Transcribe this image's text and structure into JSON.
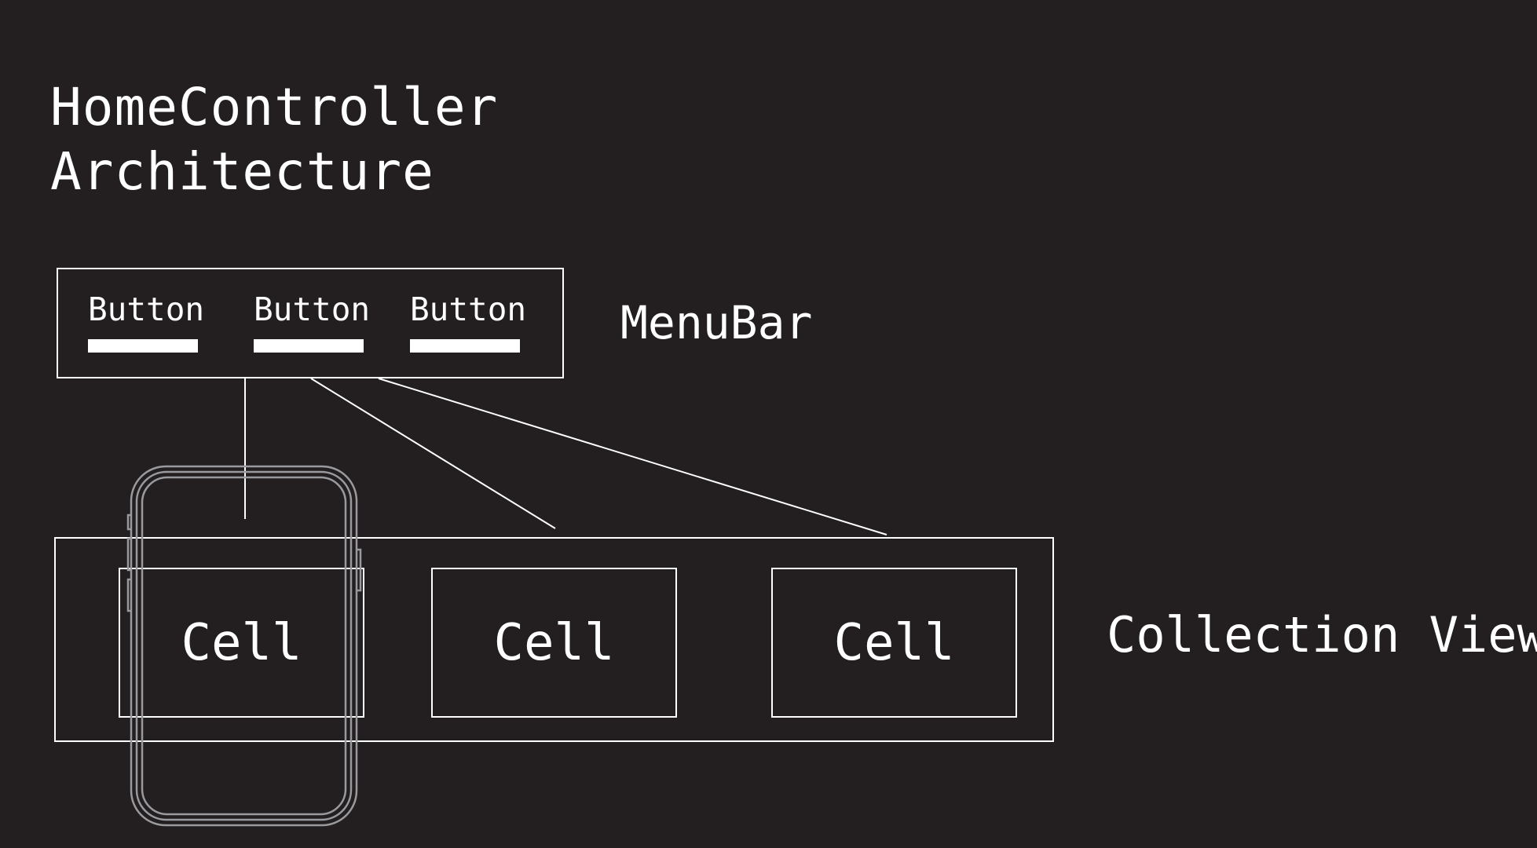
{
  "title": {
    "line1": "HomeController",
    "line2": "Architecture"
  },
  "menubar": {
    "label": "MenuBar",
    "buttons": [
      {
        "label": "Button"
      },
      {
        "label": "Button"
      },
      {
        "label": "Button"
      }
    ]
  },
  "collection": {
    "label": "Collection View",
    "cells": [
      {
        "label": "Cell"
      },
      {
        "label": "Cell"
      },
      {
        "label": "Cell"
      }
    ]
  },
  "colors": {
    "background": "#231f20",
    "stroke": "#ffffff",
    "device_outline": "#9a9a9e"
  },
  "icons": {
    "device": "phone-outline-icon"
  }
}
